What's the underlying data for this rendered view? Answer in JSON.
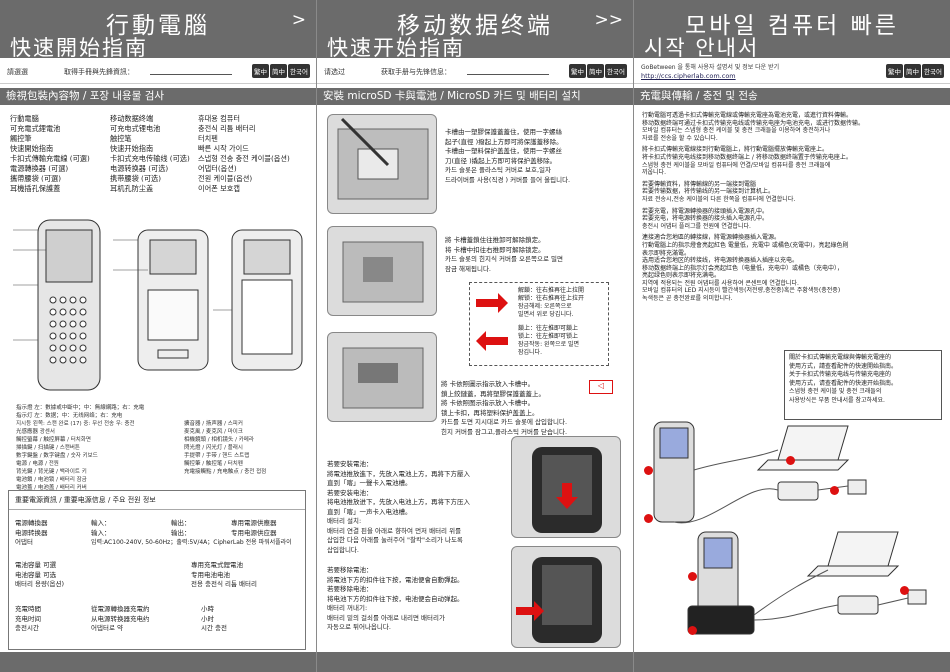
{
  "panel1": {
    "title_line1": "行動電腦",
    "title_line2": "快速開始指南",
    "arrow": ">",
    "fill_label1": "請選選",
    "fill_label2": "取得手冊與先鋒資訊：",
    "langs": [
      "繁中",
      "简中",
      "한국어"
    ],
    "section_contents": "檢視包裝內容物 / 포장 내용물 검사",
    "contents_col1": [
      "行動電腦",
      "可充電式鋰電池",
      "觸控筆",
      "快速開始指南",
      "卡扣式傳輸充電線 (可選)",
      "電源轉換器 (可選)",
      "攜帶腰袋 (可選)",
      "耳機插孔保護蓋"
    ],
    "contents_col2": [
      "移动数据终端",
      "可充电式锂电池",
      "触控笔",
      "快速开始指南",
      "卡扣式充电传输线 (可选)",
      "电源转换器 (可选)",
      "携带腰袋 (可选)",
      "耳机孔防尘盖"
    ],
    "contents_col3": [
      "휴대용 컴퓨터",
      "충전식 리튬 배터리",
      "터치펜",
      "빠른 시작 가이드",
      "스냅형 전송 충전 케이블(옵션)",
      "어댑터(옵션)",
      "전원 케이블(옵션)",
      "이어폰 보호캡"
    ],
    "callouts_left": [
      "指示燈 左：數據或中斷中；中：無線網路；右：充電",
      "指示灯 左：数据；中：无线网络；右：充电",
      "지시등 왼쪽: 스캔 완료 (17) 중: 무선 전송 우: 충전",
      "光感應器 광센서",
      "觸控螢幕 / 触控屏幕 / 터치화면",
      "掃描鍵 / 扫描键 / 스캔버튼",
      "數字鍵盤 / 数字键盘 / 숫자 키보드",
      "電源 / 电源 / 전원",
      "背光鍵 / 背光键 / 백라이트 키",
      "電池鎖 / 电池锁 / 배터리 잠금",
      "電池蓋 / 电池盖 / 배터리 커버",
      "充電接觸點 / 充电触点 / 충전 접점"
    ],
    "callouts_right": [
      "擴音器 / 扬声器 / 스피커",
      "麥克風 / 麦克风 / 마이크",
      "相機鏡頭 / 相机镜头 / 카메라",
      "閃光燈 / 闪光灯 / 플래시",
      "手提帶 / 手带 / 핸드 스트랩",
      "觸控筆 / 触控笔 / 터치펜"
    ],
    "box_title": "重要電源資訊 / 重要电源信息 / 주요 전원 정보",
    "power_rows_a": [
      [
        "電源轉換器",
        "輸入：",
        "輸出：",
        "專用電源供應器"
      ],
      [
        "电源转换器",
        "输入：",
        "输出：",
        "专用电源供应器"
      ],
      [
        "어댑터",
        "입력:AC100-240V, 50-60Hz；출력:5V/4A；CipherLab 전용 파워서플라이",
        "",
        ""
      ]
    ],
    "power_rows_b": [
      [
        "電池容量 可選",
        "",
        "專用充電式鋰電池"
      ],
      [
        "电池容量 可选",
        "",
        "专用电池电池"
      ],
      [
        "배터리 용량(옵션)",
        "",
        "전용 충전식 리튬 배터리"
      ]
    ],
    "power_rows_c": [
      [
        "充電時間",
        "從電源轉換器充電約",
        "小時"
      ],
      [
        "充电时间",
        "从电源转换器充电约",
        "小时"
      ],
      [
        "충전시간",
        "어댑터로 약",
        "시간 충전"
      ]
    ]
  },
  "panel2": {
    "title_line1": "移动数据终端",
    "title_line2": "快速开始指南",
    "arrow": ">>",
    "fill_label1": "请选过",
    "fill_label2": "获取手册与先锋信息：",
    "langs": [
      "繁中",
      "简中",
      "한국어"
    ],
    "section_sd": "安裝 microSD 卡與電池 / MicroSD 카드 및 배터리 설치",
    "step1": [
      "卡槽由一塑膠保護蓋蓋住，使用一字螺絲",
      "起子(直徑   )撥起上方即可將保護蓋移除。",
      "卡槽由一塑料保护盖盖住，使用一字螺丝",
      "刀(直径   )撬起上方即可将保护盖移除。",
      "카드 슬롯은 플라스틱 커버로 보호,일자",
      "드라이버를 사용(직경   ) 커버를 들어 올립니다."
    ],
    "step2": [
      "將     卡槽蓋鎖住往推卸可解除鎖定。",
      "将     卡槽中扣往右推即可解除锁定。",
      "카드 슬롯의 힌지식 커버를 오른쪽으로 밀면",
      "잠금 해제됩니다."
    ],
    "dbox": [
      "解鎖：往右推再往上拉開",
      "解锁：往右推再往上拉开",
      "잠금해제: 오른쪽으로",
      "밀면서 위로 당깁니다.",
      "鎖上：往左推即可鎖上",
      "锁上：往左推即可锁上",
      "잠금작동: 왼쪽으로 밀면",
      "잠깁니다."
    ],
    "step3": [
      "將     卡依照圖示指示放入卡槽中。",
      "鎖上鉸鏈蓋，再將塑膠保護蓋蓋上。",
      "將     卡依照图示指示放入卡槽中。",
      "锁上卡扣，再将塑料保护盖盖上。",
      "카드를 도면 지시대로 카드 슬롯에 삽입합니다.",
      "힌지 커버를 잠그고,플라스틱 커버를 닫습니다."
    ],
    "step4": [
      "若要安裝電池：",
      "將電池推放進下，先放入電池上方，再將下方壓入",
      "直到「喀」一聲卡入電池槽。",
      "若要安装电池：",
      "将电池推放进下，先放入电池上方，再将下方压入",
      "直到「喀」一声卡入电池槽。",
      "배터리 설치:",
      "배터리 연결 핀을 아래로 향하여 먼저 배터리 위를",
      "삽입한 다음 아래를 눌러주어 \"찰칵\"소리가 나도록",
      "삽입합니다."
    ],
    "step5": [
      "若要移除電池：",
      "將電池下方的扣件往下按，電池便會自動彈起。",
      "若要移除电池：",
      "将电池下方的扣件往下按，电池便会自动弹起。",
      "배터리 꺼내기:",
      "배터리 밑의 걸쇠를 아래로 내리면 배터리가",
      "자동으로 튀어나옵니다."
    ]
  },
  "panel3": {
    "title_line1": "모바일 컴퓨터 빠른",
    "title_line2": "시작 안내서",
    "fill_label1": "GoBetween 을 통해 사용자 설명서 및    정보 다운 받기",
    "fill_link": "http://ccs.cipherlab.com.com",
    "langs": [
      "繁中",
      "简中",
      "한국어"
    ],
    "section_charge": "充電與傳輸 / 충전 및 전송",
    "para": [
      "行動電腦可透過卡扣式傳輸充電線或傳輸充電座為電池充電，或進行資料傳輸。",
      "移动数据终端可通过卡扣式传输充电线或传输充电座为电池充电，或进行数据传输。",
      "모바일 컴퓨터는 스냅형 충전 케이블 및 충전 크래들을 이용하여 충전하거나",
      "자료를 전송을 할 수 있습니다.",
      "",
      "將卡扣式傳輸充電線接到行動電腦上，將行動電腦擺放傳輸充電座上。",
      "将卡扣式传输充电线接到移动数据终端上 / 将移动数据终端置于传输充电座上。",
      "스냅형 충전 케이블을 모바일 컴퓨터에 연결/모바일 컴퓨터를 충전 크래들에",
      "끼웁니다.",
      "",
      "若要傳輸資料，將傳輸線的另一端接到電腦",
      "若要传输数据，将传输线的另一端接到计算机上。",
      "자료 전송시,전송 케이블의 다른 한쪽을 컴퓨터에 연결합니다.",
      "",
      "若要充電，將電源轉換器的接頭插入電源孔中。",
      "若要充电，将电源转换器的接头插入电源孔中。",
      "충전시 어댑터 플러그를 전원에 연결합니다.",
      "",
      "連接適合您地區的轉接線，將電源轉換器插入電源。",
      "行動電腦上的指示燈會亮起紅色 電量低，充電中 或橘色(充電中)，亮起綠色則",
      "表示即將充滿電。",
      "选用适合您地区的转接线，将电源转换器插入插座以充电。",
      "移动数据终端上的指示灯会亮起红色（电量低，充电中）或橘色（充电中），",
      "亮起绿色则表示即将充满电。",
      "지역에 적용되는 전원 어댑터를 사용하여 콘센트에 연결합니다.",
      "모바일 컴퓨터의 LED 지시등이 빨간색등(저전량,충전중)혹은 주황색등(충전중)",
      "녹색등은 곧 충전완료를 의미합니다."
    ],
    "note": [
      "關於卡扣式傳輸充電線與傳輸充電座的",
      "使用方式，請查看配件的快速開始指南。",
      "关于卡扣式传输充电线与传输充电座的",
      "使用方式，请查看配件的快速开始指南。",
      "스냅형 충전 케이블 및 충전 크래들의",
      "사용방식은 부품 안내서를 참고하세요."
    ]
  }
}
